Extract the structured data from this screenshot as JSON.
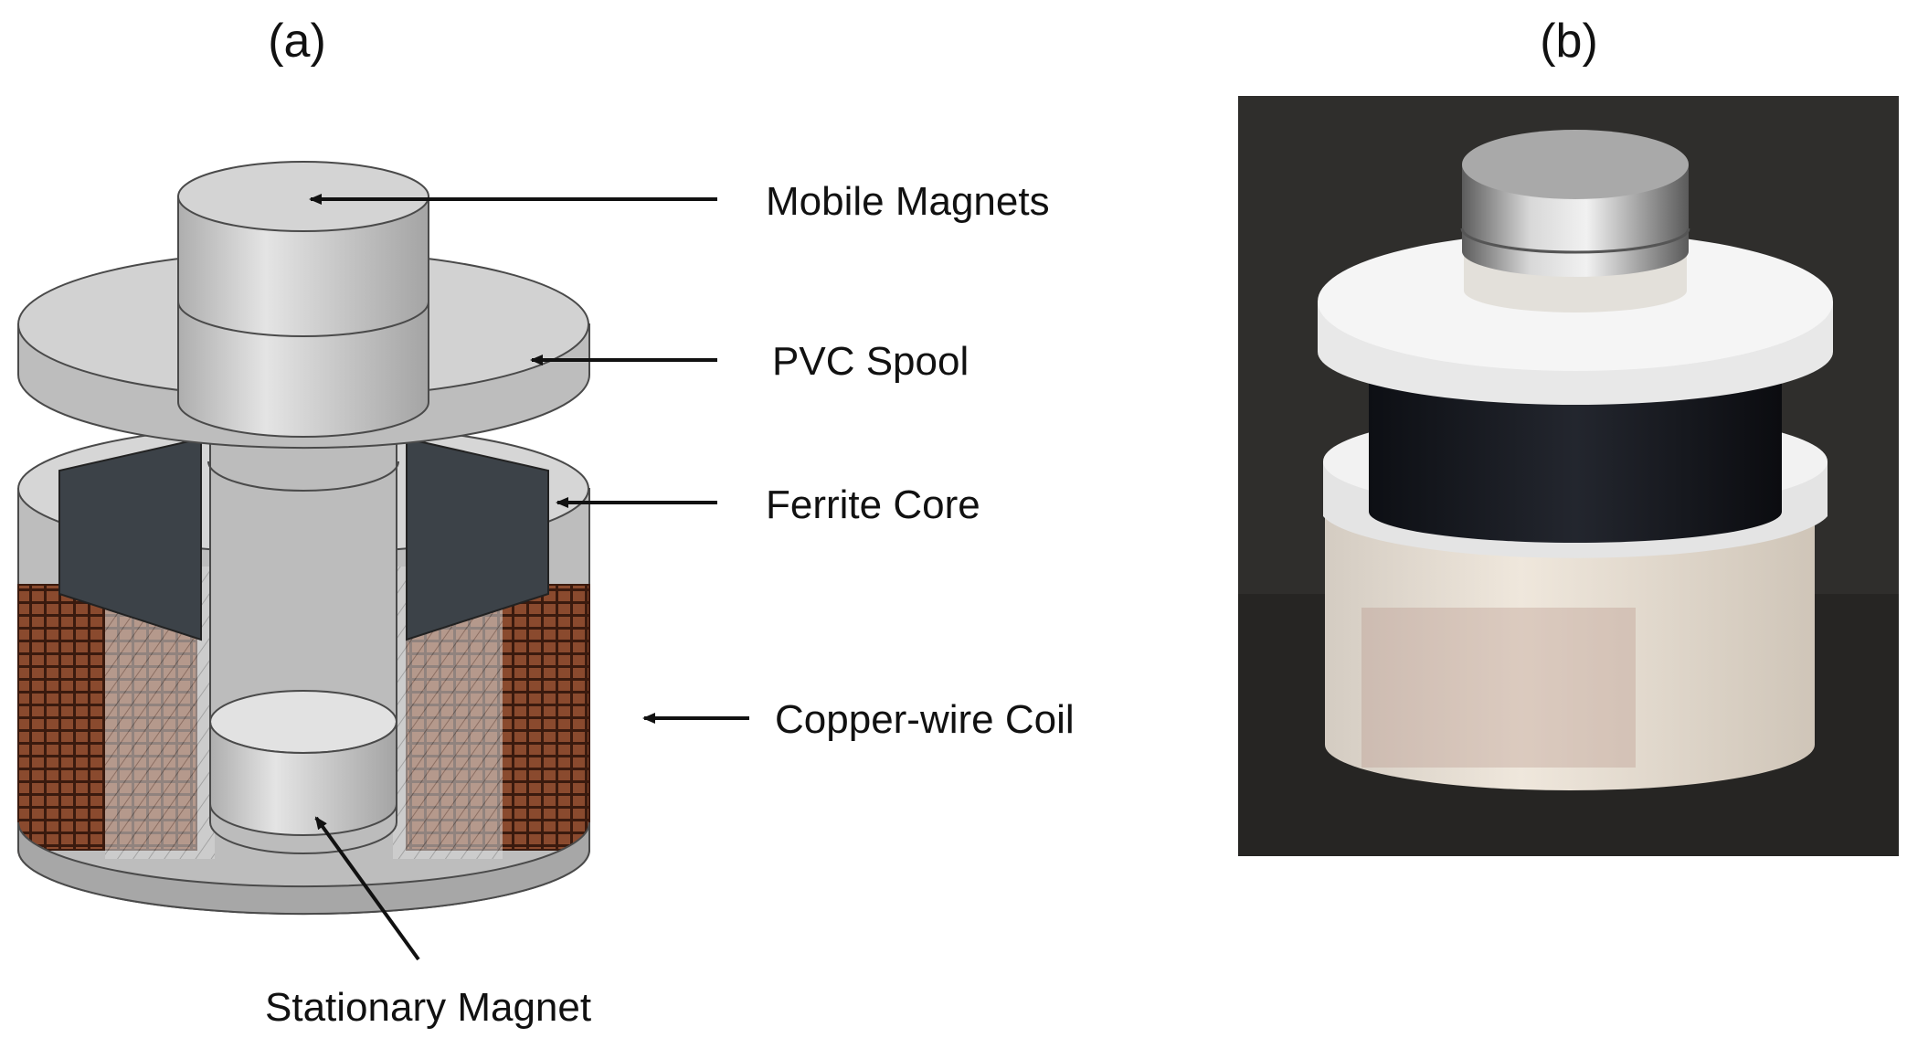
{
  "figure": {
    "panel_a": {
      "label": "(a)",
      "callouts": {
        "mobile_magnets": "Mobile Magnets",
        "pvc_spool": "PVC Spool",
        "ferrite_core": "Ferrite Core",
        "copper_wire_coil": "Copper-wire Coil",
        "stationary_magnet": "Stationary Magnet"
      }
    },
    "panel_b": {
      "label": "(b)"
    }
  },
  "colors": {
    "text": "#111111",
    "pvc": "#d2d2d2",
    "magnet": "#c8c8c8",
    "ferrite": "#3c4248",
    "copper": "#8a4a2e",
    "photo_background": "#2f2e2c"
  }
}
